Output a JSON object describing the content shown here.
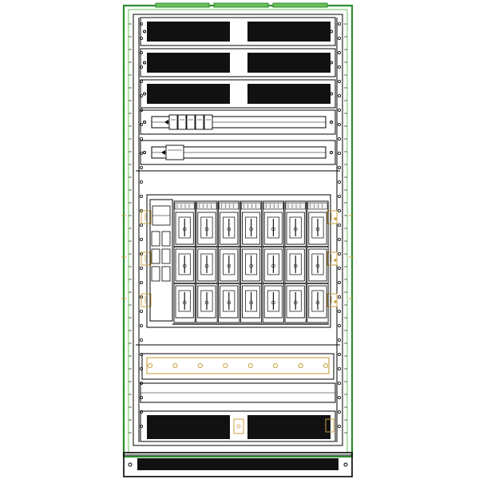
{
  "drawing": {
    "colors": {
      "background": "#ffffff",
      "frame": "#2e8b2e",
      "frame_light": "#6abf5a",
      "line": "#000000",
      "fill_dark": "#111111",
      "busbar": "#c8a040",
      "module_bg": "#f2f2f2"
    },
    "vent_panels": {
      "top_rows": 3,
      "columns": 2,
      "bottom_rows": 1,
      "base_grille": 1
    },
    "terminal_strips": [
      {
        "block_count": 5
      },
      {
        "block_count": 1
      }
    ],
    "breaker_modules": {
      "count": 7,
      "tiers": 3
    },
    "busbar_strip": {
      "hole_count": 8
    }
  }
}
